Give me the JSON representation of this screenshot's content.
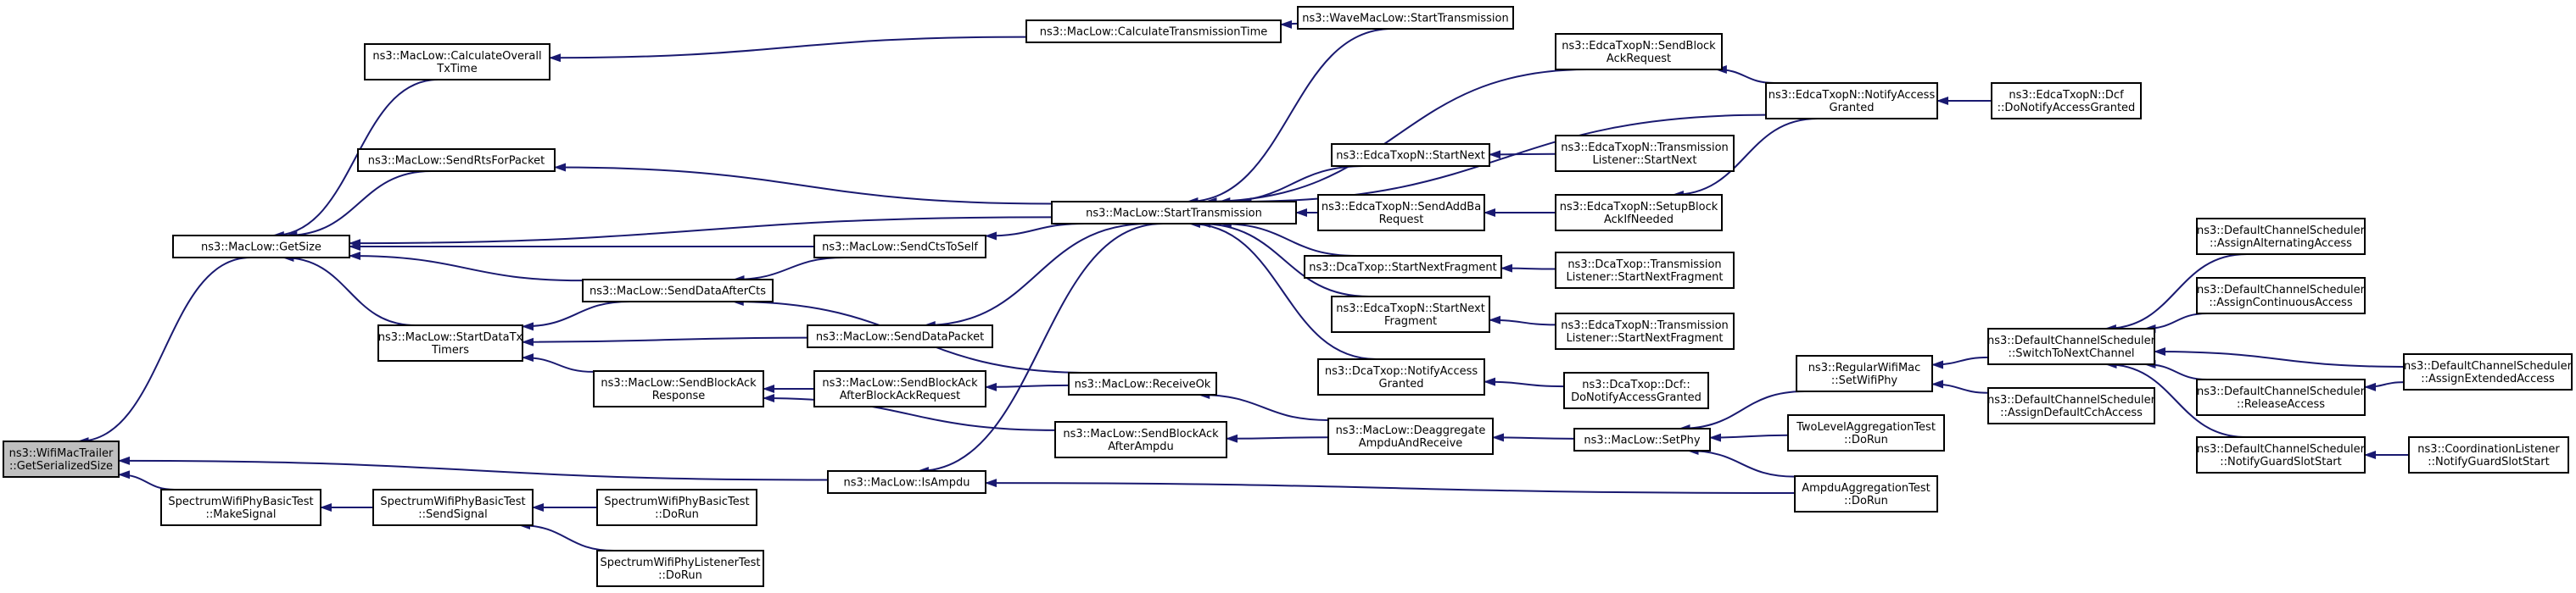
{
  "graph": {
    "root": "n_wifimactrailer",
    "nodes": [
      {
        "id": "n_wifimactrailer",
        "label": [
          "ns3::WifiMacTrailer",
          "::GetSerializedSize"
        ],
        "highlighted": true
      },
      {
        "id": "n_getsize",
        "label": [
          "ns3::MacLow::GetSize"
        ]
      },
      {
        "id": "n_calcoverall",
        "label": [
          "ns3::MacLow::CalculateOverall",
          "TxTime"
        ]
      },
      {
        "id": "n_sendrts",
        "label": [
          "ns3::MacLow::SendRtsForPacket"
        ]
      },
      {
        "id": "n_senddataaftercts",
        "label": [
          "ns3::MacLow::SendDataAfterCts"
        ]
      },
      {
        "id": "n_startdatatx",
        "label": [
          "ns3::MacLow::StartDataTx",
          "Timers"
        ]
      },
      {
        "id": "n_sendblockackresp",
        "label": [
          "ns3::MacLow::SendBlockAck",
          "Response"
        ]
      },
      {
        "id": "n_calctxtime",
        "label": [
          "ns3::MacLow::CalculateTransmissionTime"
        ]
      },
      {
        "id": "n_wavestart",
        "label": [
          "ns3::WaveMacLow::StartTransmission"
        ]
      },
      {
        "id": "n_sendctstoself",
        "label": [
          "ns3::MacLow::SendCtsToSelf"
        ]
      },
      {
        "id": "n_senddatapacket",
        "label": [
          "ns3::MacLow::SendDataPacket"
        ]
      },
      {
        "id": "n_sendbaafterbar",
        "label": [
          "ns3::MacLow::SendBlockAck",
          "AfterBlockAckRequest"
        ]
      },
      {
        "id": "n_sendbaafterampdu",
        "label": [
          "ns3::MacLow::SendBlockAck",
          "AfterAmpdu"
        ]
      },
      {
        "id": "n_isampdu",
        "label": [
          "ns3::MacLow::IsAmpdu"
        ]
      },
      {
        "id": "n_starttransmission",
        "label": [
          "ns3::MacLow::StartTransmission"
        ]
      },
      {
        "id": "n_receiveok",
        "label": [
          "ns3::MacLow::ReceiveOk"
        ]
      },
      {
        "id": "n_makesignal",
        "label": [
          "SpectrumWifiPhyBasicTest",
          "::MakeSignal"
        ]
      },
      {
        "id": "n_sendsignal",
        "label": [
          "SpectrumWifiPhyBasicTest",
          "::SendSignal"
        ]
      },
      {
        "id": "n_basicdorun",
        "label": [
          "SpectrumWifiPhyBasicTest",
          "::DoRun"
        ]
      },
      {
        "id": "n_listenerdorun",
        "label": [
          "SpectrumWifiPhyListenerTest",
          "::DoRun"
        ]
      },
      {
        "id": "n_edcasendblockack",
        "label": [
          "ns3::EdcaTxopN::SendBlock",
          "AckRequest"
        ]
      },
      {
        "id": "n_edcastartnext",
        "label": [
          "ns3::EdcaTxopN::StartNext"
        ]
      },
      {
        "id": "n_edcasendaddba",
        "label": [
          "ns3::EdcaTxopN::SendAddBa",
          "Request"
        ]
      },
      {
        "id": "n_dcastartnextfrag",
        "label": [
          "ns3::DcaTxop::StartNextFragment"
        ]
      },
      {
        "id": "n_edcastartnextfrag",
        "label": [
          "ns3::EdcaTxopN::StartNext",
          "Fragment"
        ]
      },
      {
        "id": "n_dcanotifyaccess",
        "label": [
          "ns3::DcaTxop::NotifyAccess",
          "Granted"
        ]
      },
      {
        "id": "n_deaggregate",
        "label": [
          "ns3::MacLow::Deaggregate",
          "AmpduAndReceive"
        ]
      },
      {
        "id": "n_edcanotifyaccess",
        "label": [
          "ns3::EdcaTxopN::NotifyAccess",
          "Granted"
        ]
      },
      {
        "id": "n_translistener_startnext",
        "label": [
          "ns3::EdcaTxopN::Transmission",
          "Listener::StartNext"
        ]
      },
      {
        "id": "n_setupblockack",
        "label": [
          "ns3::EdcaTxopN::SetupBlock",
          "AckIfNeeded"
        ]
      },
      {
        "id": "n_dcatranslistener_snf",
        "label": [
          "ns3::DcaTxop::Transmission",
          "Listener::StartNextFragment"
        ]
      },
      {
        "id": "n_edcatranslistener_snf",
        "label": [
          "ns3::EdcaTxopN::Transmission",
          "Listener::StartNextFragment"
        ]
      },
      {
        "id": "n_dcfdonotify",
        "label": [
          "ns3::DcaTxop::Dcf::",
          "DoNotifyAccessGranted"
        ]
      },
      {
        "id": "n_setphy",
        "label": [
          "ns3::MacLow::SetPhy"
        ]
      },
      {
        "id": "n_edcadcfdonotify",
        "label": [
          "ns3::EdcaTxopN::Dcf",
          "::DoNotifyAccessGranted"
        ]
      },
      {
        "id": "n_regularsetwifiphy",
        "label": [
          "ns3::RegularWifiMac",
          "::SetWifiPhy"
        ]
      },
      {
        "id": "n_twolevel",
        "label": [
          "TwoLevelAggregationTest",
          "::DoRun"
        ]
      },
      {
        "id": "n_ampduagg",
        "label": [
          "AmpduAggregationTest",
          "::DoRun"
        ]
      },
      {
        "id": "n_switchtonext",
        "label": [
          "ns3::DefaultChannelScheduler",
          "::SwitchToNextChannel"
        ]
      },
      {
        "id": "n_assigndefaultcch",
        "label": [
          "ns3::DefaultChannelScheduler",
          "::AssignDefaultCchAccess"
        ]
      },
      {
        "id": "n_assignalternating",
        "label": [
          "ns3::DefaultChannelScheduler",
          "::AssignAlternatingAccess"
        ]
      },
      {
        "id": "n_assigncontinuous",
        "label": [
          "ns3::DefaultChannelScheduler",
          "::AssignContinuousAccess"
        ]
      },
      {
        "id": "n_releaseaccess",
        "label": [
          "ns3::DefaultChannelScheduler",
          "::ReleaseAccess"
        ]
      },
      {
        "id": "n_notifyguardslot",
        "label": [
          "ns3::DefaultChannelScheduler",
          "::NotifyGuardSlotStart"
        ]
      },
      {
        "id": "n_assignextended",
        "label": [
          "ns3::DefaultChannelScheduler",
          "::AssignExtendedAccess"
        ]
      },
      {
        "id": "n_coordlistener",
        "label": [
          "ns3::CoordinationListener",
          "::NotifyGuardSlotStart"
        ]
      }
    ],
    "edges": [
      {
        "from": "n_getsize",
        "to": "n_wifimactrailer"
      },
      {
        "from": "n_isampdu",
        "to": "n_wifimactrailer"
      },
      {
        "from": "n_makesignal",
        "to": "n_wifimactrailer"
      },
      {
        "from": "n_calcoverall",
        "to": "n_getsize"
      },
      {
        "from": "n_sendrts",
        "to": "n_getsize"
      },
      {
        "from": "n_starttransmission",
        "to": "n_getsize"
      },
      {
        "from": "n_sendctstoself",
        "to": "n_getsize"
      },
      {
        "from": "n_senddataaftercts",
        "to": "n_getsize"
      },
      {
        "from": "n_startdatatx",
        "to": "n_getsize"
      },
      {
        "from": "n_calctxtime",
        "to": "n_calcoverall"
      },
      {
        "from": "n_starttransmission",
        "to": "n_sendrts"
      },
      {
        "from": "n_sendctstoself",
        "to": "n_senddataaftercts"
      },
      {
        "from": "n_receiveok",
        "to": "n_senddataaftercts"
      },
      {
        "from": "n_senddataaftercts",
        "to": "n_startdatatx"
      },
      {
        "from": "n_senddatapacket",
        "to": "n_startdatatx"
      },
      {
        "from": "n_sendblockackresp",
        "to": "n_startdatatx"
      },
      {
        "from": "n_sendbaafterbar",
        "to": "n_sendblockackresp"
      },
      {
        "from": "n_sendbaafterampdu",
        "to": "n_sendblockackresp"
      },
      {
        "from": "n_wavestart",
        "to": "n_calctxtime"
      },
      {
        "from": "n_starttransmission",
        "to": "n_sendctstoself"
      },
      {
        "from": "n_starttransmission",
        "to": "n_senddatapacket"
      },
      {
        "from": "n_receiveok",
        "to": "n_sendbaafterbar"
      },
      {
        "from": "n_deaggregate",
        "to": "n_sendbaafterampdu"
      },
      {
        "from": "n_starttransmission",
        "to": "n_isampdu"
      },
      {
        "from": "n_ampduagg",
        "to": "n_isampdu"
      },
      {
        "from": "n_wavestart",
        "to": "n_starttransmission"
      },
      {
        "from": "n_edcasendblockack",
        "to": "n_starttransmission"
      },
      {
        "from": "n_edcanotifyaccess",
        "to": "n_starttransmission"
      },
      {
        "from": "n_edcastartnext",
        "to": "n_starttransmission"
      },
      {
        "from": "n_edcasendaddba",
        "to": "n_starttransmission"
      },
      {
        "from": "n_dcastartnextfrag",
        "to": "n_starttransmission"
      },
      {
        "from": "n_edcastartnextfrag",
        "to": "n_starttransmission"
      },
      {
        "from": "n_dcanotifyaccess",
        "to": "n_starttransmission"
      },
      {
        "from": "n_deaggregate",
        "to": "n_receiveok"
      },
      {
        "from": "n_sendsignal",
        "to": "n_makesignal"
      },
      {
        "from": "n_basicdorun",
        "to": "n_sendsignal"
      },
      {
        "from": "n_listenerdorun",
        "to": "n_sendsignal"
      },
      {
        "from": "n_edcanotifyaccess",
        "to": "n_edcasendblockack"
      },
      {
        "from": "n_translistener_startnext",
        "to": "n_edcastartnext"
      },
      {
        "from": "n_setupblockack",
        "to": "n_edcasendaddba"
      },
      {
        "from": "n_dcatranslistener_snf",
        "to": "n_dcastartnextfrag"
      },
      {
        "from": "n_edcatranslistener_snf",
        "to": "n_edcastartnextfrag"
      },
      {
        "from": "n_dcfdonotify",
        "to": "n_dcanotifyaccess"
      },
      {
        "from": "n_setphy",
        "to": "n_deaggregate"
      },
      {
        "from": "n_edcadcfdonotify",
        "to": "n_edcanotifyaccess"
      },
      {
        "from": "n_edcanotifyaccess",
        "to": "n_setupblockack"
      },
      {
        "from": "n_regularsetwifiphy",
        "to": "n_setphy"
      },
      {
        "from": "n_twolevel",
        "to": "n_setphy"
      },
      {
        "from": "n_ampduagg",
        "to": "n_setphy"
      },
      {
        "from": "n_switchtonext",
        "to": "n_regularsetwifiphy"
      },
      {
        "from": "n_assigndefaultcch",
        "to": "n_regularsetwifiphy"
      },
      {
        "from": "n_assignalternating",
        "to": "n_switchtonext"
      },
      {
        "from": "n_assigncontinuous",
        "to": "n_switchtonext"
      },
      {
        "from": "n_releaseaccess",
        "to": "n_switchtonext"
      },
      {
        "from": "n_notifyguardslot",
        "to": "n_switchtonext"
      },
      {
        "from": "n_assignextended",
        "to": "n_switchtonext"
      },
      {
        "from": "n_assignextended",
        "to": "n_releaseaccess"
      },
      {
        "from": "n_coordlistener",
        "to": "n_notifyguardslot"
      }
    ],
    "colors": {
      "edge": "#191970",
      "node_border": "#000000",
      "node_fill": "#ffffff",
      "root_fill": "#bfbfbf",
      "background": "#ffffff"
    }
  }
}
